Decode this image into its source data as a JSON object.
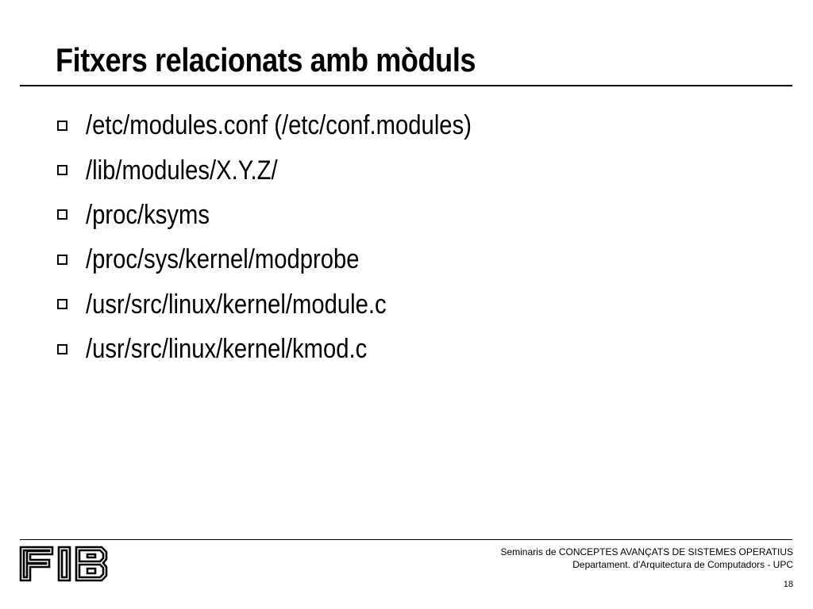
{
  "slide": {
    "title": "Fitxers relacionats amb mòduls",
    "bullets": [
      "/etc/modules.conf (/etc/conf.modules)",
      "/lib/modules/X.Y.Z/",
      "/proc/ksyms",
      "/proc/sys/kernel/modprobe",
      "/usr/src/linux/kernel/module.c",
      "/usr/src/linux/kernel/kmod.c"
    ],
    "bullet_icon": "hollow-square-bullet-icon"
  },
  "footer": {
    "logo_text": "FIB",
    "line1": "Seminaris de CONCEPTES AVANÇATS DE SISTEMES OPERATIUS",
    "line2": "Departament.  d'Arquitectura de Computadors - UPC",
    "page_number": "18"
  },
  "colors": {
    "text": "#000000",
    "background": "#ffffff"
  }
}
